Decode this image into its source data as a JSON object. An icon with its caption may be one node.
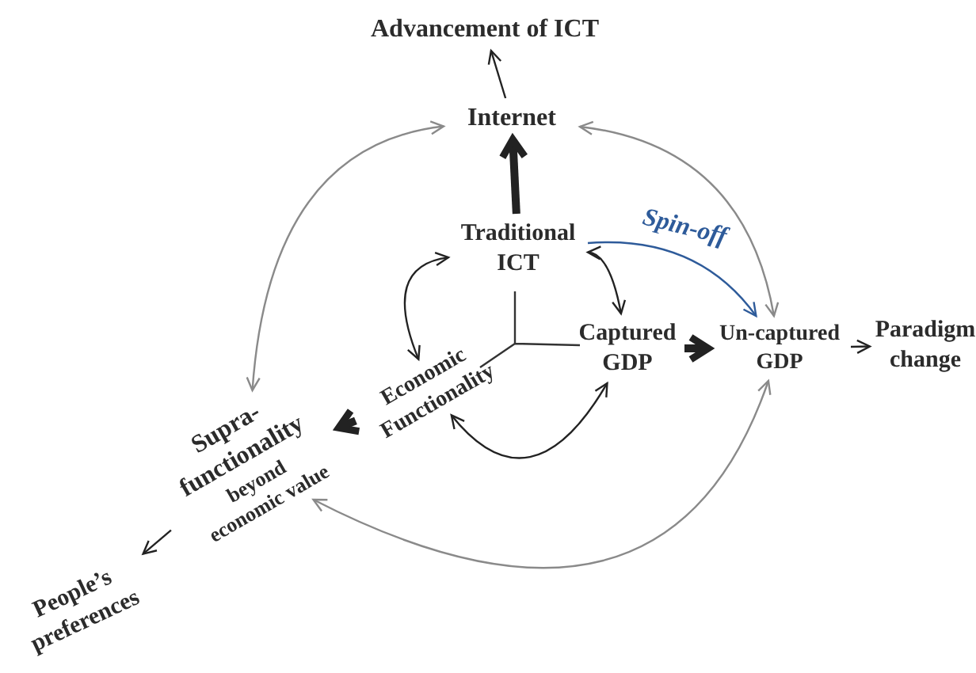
{
  "diagram": {
    "nodes": [
      {
        "text": [
          "Advancement of ICT"
        ]
      },
      {
        "text": [
          "Internet"
        ]
      },
      {
        "text": [
          "Traditional ICT"
        ]
      },
      {
        "text": [
          "Captured GDP"
        ]
      },
      {
        "text": [
          "Un-captured GDP"
        ]
      },
      {
        "text": [
          "Paradigm change"
        ]
      },
      {
        "text": [
          "Economic Functionality"
        ]
      },
      {
        "text": [
          "Supra-functionality",
          "beyond economic value"
        ]
      },
      {
        "text": [
          "People’s preferences"
        ]
      }
    ],
    "edges": [
      {
        "from": 1,
        "to": 0,
        "arrow": "to"
      },
      {
        "from": 2,
        "to": 1,
        "arrow": "to",
        "style": "thick"
      },
      {
        "from": 2,
        "to": 4,
        "arrow": "to",
        "label": "Spin-off",
        "color": "#2e5b9a"
      },
      {
        "from": 3,
        "to": 4,
        "arrow": "to",
        "style": "thick"
      },
      {
        "from": 4,
        "to": 5,
        "arrow": "to"
      },
      {
        "from": 6,
        "to": 7,
        "arrow": "to",
        "style": "thick"
      },
      {
        "from": 7,
        "to": 8,
        "arrow": "to"
      },
      {
        "from": 2,
        "to": 3,
        "arrow": "both"
      },
      {
        "from": 2,
        "to": 6,
        "arrow": "both"
      },
      {
        "from": 6,
        "to": 3,
        "arrow": "both"
      },
      {
        "from": 1,
        "to": 7,
        "arrow": "both",
        "color": "#8a8a8a"
      },
      {
        "from": 1,
        "to": 4,
        "arrow": "both",
        "color": "#8a8a8a"
      },
      {
        "from": 7,
        "to": 4,
        "arrow": "both",
        "color": "#8a8a8a"
      }
    ]
  }
}
